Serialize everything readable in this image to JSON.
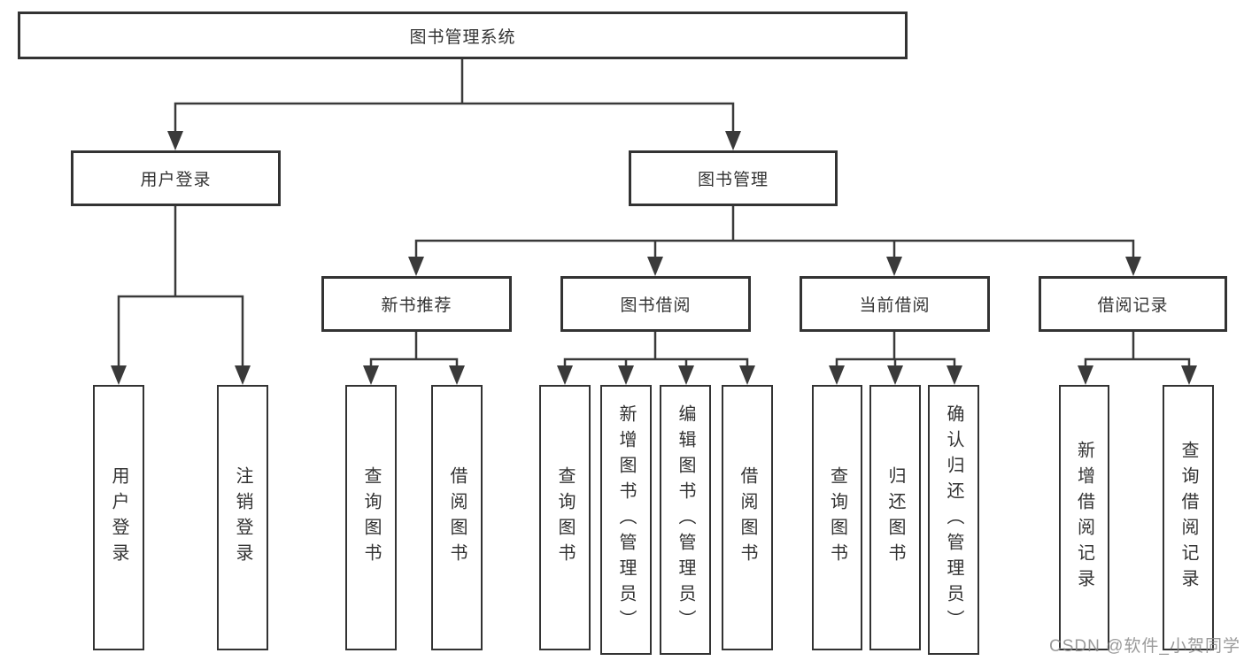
{
  "diagram": {
    "root": "图书管理系统",
    "level2": {
      "user_login": "用户登录",
      "book_management": "图书管理"
    },
    "level3": {
      "new_book_recommend": "新书推荐",
      "book_borrowing": "图书借阅",
      "current_borrowing": "当前借阅",
      "borrow_records": "借阅记录"
    },
    "leaves": {
      "user_login": "用户登录",
      "logout": "注销登录",
      "nb_query_books": "查询图书",
      "nb_borrow_books": "借阅图书",
      "bb_query_books": "查询图书",
      "bb_add_books_admin": "新增图书（管理员）",
      "bb_edit_books_admin": "编辑图书（管理员）",
      "bb_borrow_books": "借阅图书",
      "cb_query_books": "查询图书",
      "cb_return_books": "归还图书",
      "cb_confirm_return_admin": "确认归还（管理员）",
      "br_add_record": "新增借阅记录",
      "br_query_record": "查询借阅记录"
    }
  },
  "watermark": "CSDN @软件_小贺同学",
  "colors": {
    "line": "#3a3a3a",
    "box_border": "#333333",
    "box_background": "#ffffff",
    "page_background": "#ffffff",
    "watermark": "#888888"
  }
}
